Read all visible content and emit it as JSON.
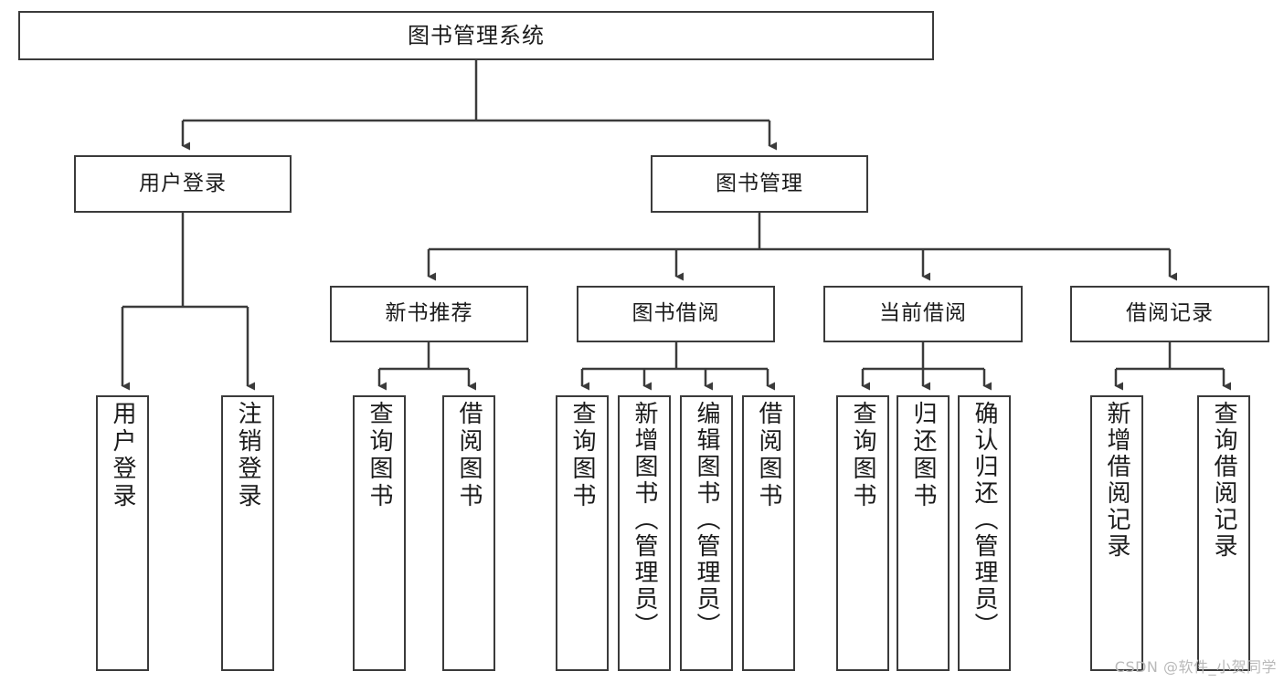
{
  "diagram": {
    "title": "图书管理系统",
    "type": "tree",
    "colors": {
      "stroke": "#3b3b3b",
      "fill": "#ffffff",
      "text": "#1b1b1b",
      "watermark": "#b9b9b9"
    },
    "root": {
      "label": "图书管理系统"
    },
    "level1": [
      {
        "label": "用户登录"
      },
      {
        "label": "图书管理"
      }
    ],
    "level2": [
      {
        "label": "新书推荐"
      },
      {
        "label": "图书借阅"
      },
      {
        "label": "当前借阅"
      },
      {
        "label": "借阅记录"
      }
    ],
    "leaves": {
      "user_login": [
        {
          "label": "用户登录"
        },
        {
          "label": "注销登录"
        }
      ],
      "new_book": [
        {
          "label": "查询图书"
        },
        {
          "label": "借阅图书"
        }
      ],
      "book_borrow": [
        {
          "label": "查询图书"
        },
        {
          "label": "新增图书（管理员）"
        },
        {
          "label": "编辑图书（管理员）"
        },
        {
          "label": "借阅图书"
        }
      ],
      "current_borrow": [
        {
          "label": "查询图书"
        },
        {
          "label": "归还图书"
        },
        {
          "label": "确认归还（管理员）"
        }
      ],
      "borrow_record": [
        {
          "label": "新增借阅记录"
        },
        {
          "label": "查询借阅记录"
        }
      ]
    }
  },
  "watermark": {
    "text": "CSDN @软件_小贺同学"
  }
}
